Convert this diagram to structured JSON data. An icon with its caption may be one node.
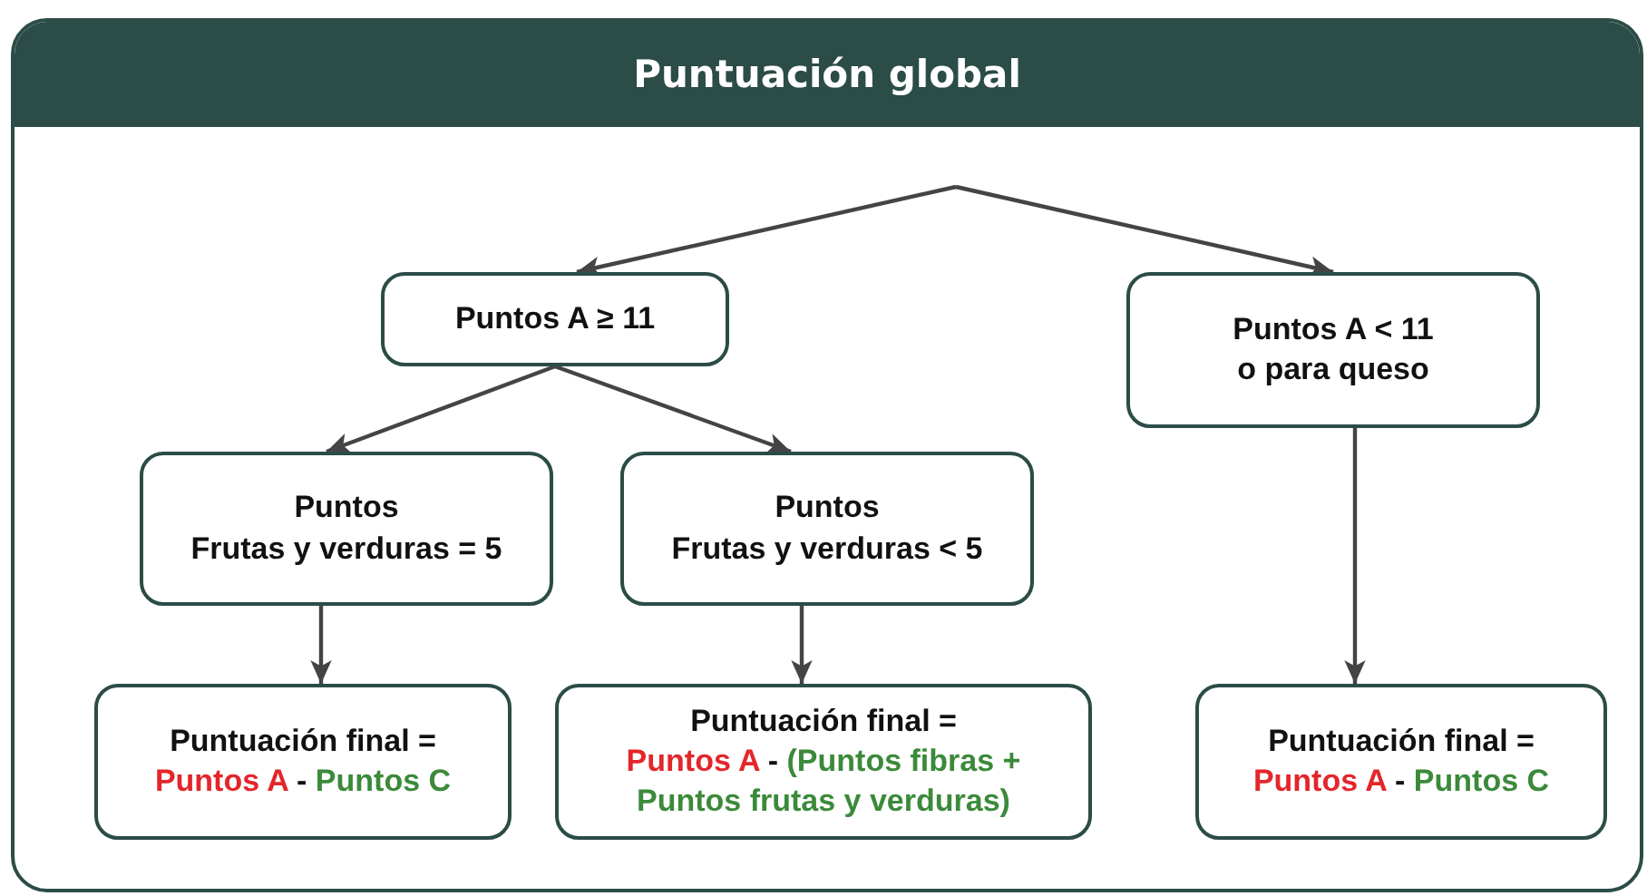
{
  "diagram": {
    "nodes": [
      {
        "text": [
          "Puntuación global"
        ]
      },
      {
        "text": [
          "Puntos A ≥ 11"
        ],
        "in": 0
      },
      {
        "text": [
          "Puntos A < 11 o para queso"
        ],
        "in": 0
      },
      {
        "text": [
          "Puntos",
          "Frutas y verduras = 5"
        ],
        "in": 0
      },
      {
        "text": [
          "Puntos",
          "Frutas y verduras < 5"
        ],
        "in": 0
      },
      {
        "text": [
          "Puntuación final =",
          "Puntos A",
          "-",
          "Puntos C"
        ],
        "in": 0
      },
      {
        "text": [
          "Puntuación final =",
          "Puntos A",
          "-",
          "(Puntos fibras + Puntos frutas y verduras)"
        ],
        "in": 0
      },
      {
        "text": [
          "Puntuación final =",
          "Puntos A",
          "-",
          "Puntos C"
        ],
        "in": 0
      }
    ],
    "edges": [
      {
        "from": null,
        "to": 1,
        "arrow": "to"
      },
      {
        "from": null,
        "to": 2,
        "arrow": "to"
      },
      {
        "from": 1,
        "to": 3,
        "arrow": "to"
      },
      {
        "from": 1,
        "to": 4,
        "arrow": "to"
      },
      {
        "from": 3,
        "to": 5,
        "arrow": "to"
      },
      {
        "from": 4,
        "to": 6,
        "arrow": "to"
      },
      {
        "from": 2,
        "to": 7,
        "arrow": "to"
      }
    ]
  }
}
